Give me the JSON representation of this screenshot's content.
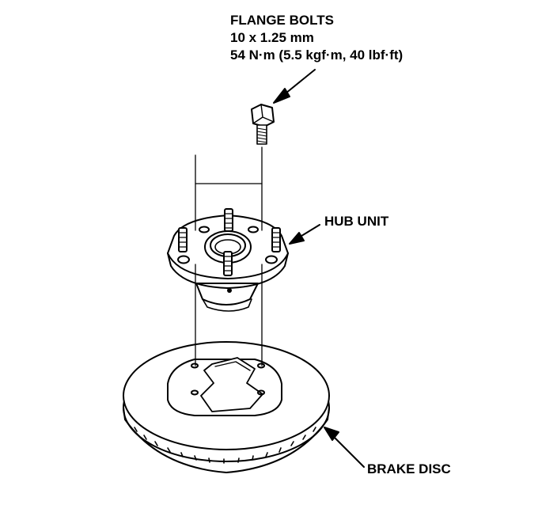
{
  "labels": {
    "flange_bolts": {
      "title": "FLANGE BOLTS",
      "size": "10 x 1.25 mm",
      "torque": "54 N·m (5.5 kgf·m, 40 lbf·ft)"
    },
    "hub_unit": "HUB UNIT",
    "brake_disc": "BRAKE DISC"
  },
  "colors": {
    "ink": "#000000",
    "paper": "#ffffff"
  }
}
